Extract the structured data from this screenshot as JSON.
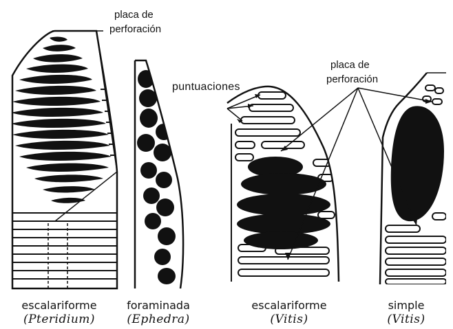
{
  "labels": {
    "placa_left_line1": "placa de",
    "placa_left_line2": "perforación",
    "puntuaciones": "puntuaciones",
    "placa_right_line1": "placa de",
    "placa_right_line2": "perforación"
  },
  "captions": [
    {
      "type": "escalariforme",
      "species": "(Pteridium)"
    },
    {
      "type": "foraminada",
      "species": "(Ephedra)"
    },
    {
      "type": "escalariforme",
      "species": "(Vitis)"
    },
    {
      "type": "simple",
      "species": "(Vitis)"
    }
  ],
  "colors": {
    "ink": "#111111",
    "paper": "#ffffff"
  }
}
